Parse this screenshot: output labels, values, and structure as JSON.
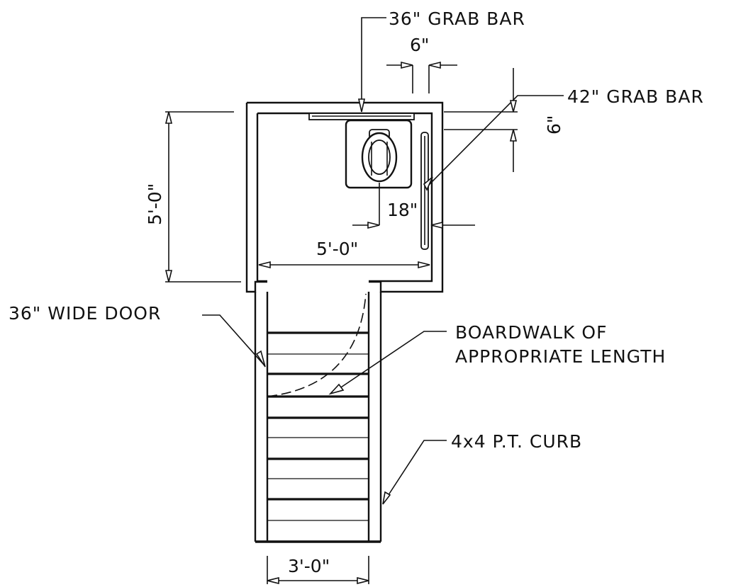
{
  "labels": {
    "grab_bar_36": "36\" GRAB BAR",
    "grab_bar_42": "42\" GRAB BAR",
    "wide_door": "36\" WIDE DOOR",
    "boardwalk_line1": "BOARDWALK OF",
    "boardwalk_line2": "APPROPRIATE LENGTH",
    "curb": "4x4 P.T. CURB"
  },
  "dimensions": {
    "grab_bar_offset_top": "6\"",
    "grab_bar_offset_side": "6\"",
    "toilet_offset": "18\"",
    "room_height": "5'-0\"",
    "room_width": "5'-0\"",
    "walkway_width": "3'-0\""
  }
}
